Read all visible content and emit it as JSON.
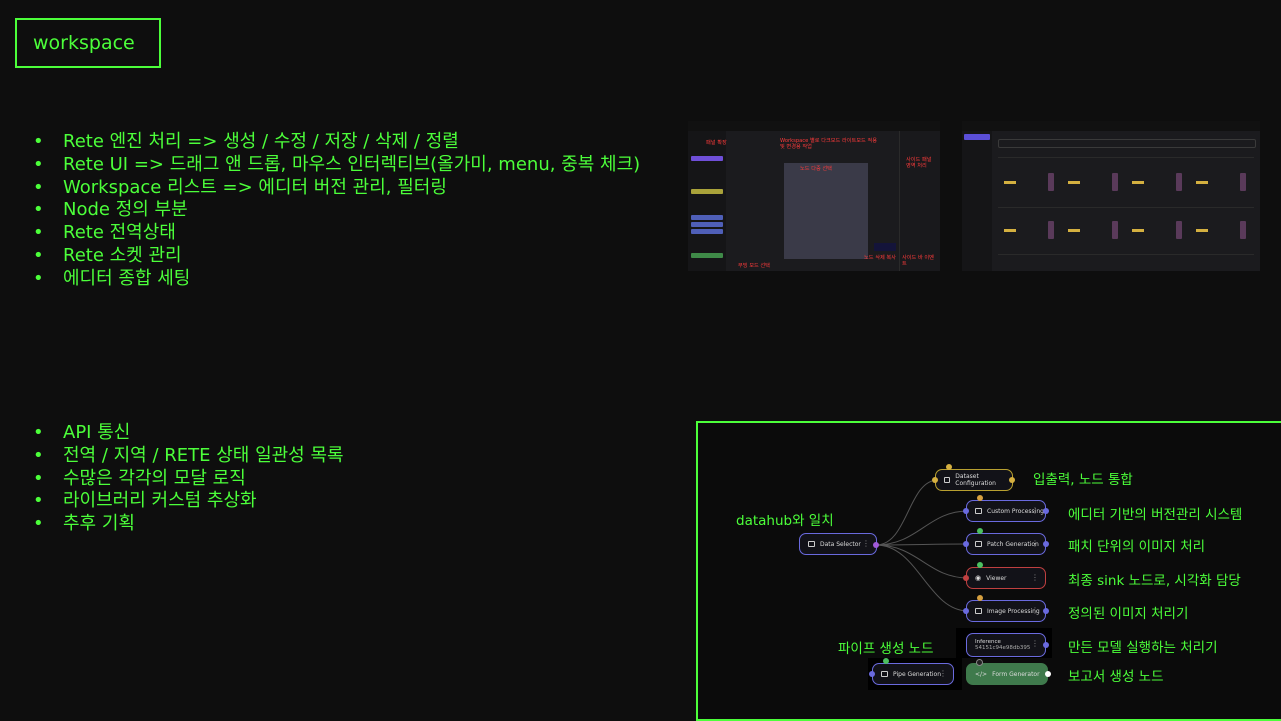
{
  "header": {
    "title": "workspace"
  },
  "list_top": [
    "Rete 엔진 처리 => 생성 / 수정 / 저장 / 삭제 / 정렬",
    "Rete UI => 드래그 앤 드롭, 마우스 인터렉티브(올가미, menu, 중복 체크)",
    "Workspace 리스트 => 에디터 버전 관리, 필터링",
    "Node 정의 부분",
    "Rete 전역상태",
    "Rete 소켓 관리",
    "에디터 종합 세팅"
  ],
  "list_bottom": [
    "API 통신",
    "전역 / 지역 / RETE 상태 일관성 목록",
    "수많은 각각의 모달 로직",
    "라이브러리 커스텀 추상화",
    "추후 기획"
  ],
  "screenshot1": {
    "notes": {
      "panel_expand": "패널 확장",
      "workspace_note": "Workspace 별로 다크모드 라이트모드 적용 및 변경용 작업",
      "node_drag": "노드 다중 선택",
      "side_panel": "사이드 패널 영역 처리",
      "mode_select": "무빙 모드 선택",
      "node_info": "노드 삭제 복사",
      "event": "사이드 바 이벤트"
    }
  },
  "diagram": {
    "nodes": {
      "data_selector": "Data Selector",
      "dataset_config": "Dataset Configuration",
      "custom_processing": "Custom Processing",
      "patch_generation": "Patch Generation",
      "viewer": "Viewer",
      "image_processing": "Image Processing",
      "inference_title": "Inference",
      "inference_id": "54151c94e98db395",
      "pipe_generation": "Pipe Generation",
      "form_generator": "Form Generator"
    },
    "labels": {
      "datahub": "datahub와 일치",
      "io": "입출력, 노드 통합",
      "version": "에디터 기반의 버전관리 시스템",
      "patch": "패치 단위의 이미지 처리",
      "sink": "최종 sink 노드로, 시각화 담당",
      "defined": "정의된 이미지 처리기",
      "pipe": "파이프 생성 노드",
      "model": "만든 모델 실행하는 처리기",
      "report": "보고서 생성 노드"
    },
    "colors": {
      "accent": "#4cff3a",
      "node_border": "#6a6adf",
      "dataset_border": "#b8a030",
      "viewer_border": "#c04040",
      "form_bg": "#3f7a4c"
    }
  }
}
